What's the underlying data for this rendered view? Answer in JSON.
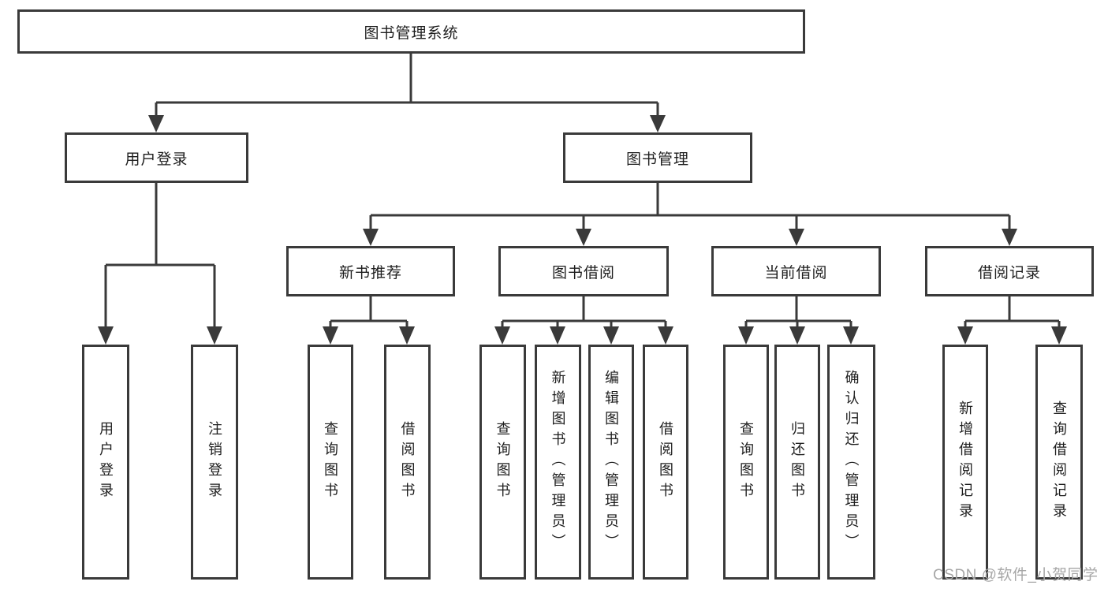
{
  "diagram_title": "图书管理系统",
  "tree": {
    "label": "图书管理系统",
    "children": [
      {
        "label": "用户登录",
        "children": [
          {
            "label": "用户登录"
          },
          {
            "label": "注销登录"
          }
        ]
      },
      {
        "label": "图书管理",
        "children": [
          {
            "label": "新书推荐",
            "children": [
              {
                "label": "查询图书"
              },
              {
                "label": "借阅图书"
              }
            ]
          },
          {
            "label": "图书借阅",
            "children": [
              {
                "label": "查询图书"
              },
              {
                "label": "新增图书（管理员）"
              },
              {
                "label": "编辑图书（管理员）"
              },
              {
                "label": "借阅图书"
              }
            ]
          },
          {
            "label": "当前借阅",
            "children": [
              {
                "label": "查询图书"
              },
              {
                "label": "归还图书"
              },
              {
                "label": "确认归还（管理员）"
              }
            ]
          },
          {
            "label": "借阅记录",
            "children": [
              {
                "label": "新增借阅记录"
              },
              {
                "label": "查询借阅记录"
              }
            ]
          }
        ]
      }
    ]
  },
  "watermark": {
    "text": "CSDN @软件_小贺同学"
  },
  "colors": {
    "line": "#3a3a3a",
    "box_border": "#3a3a3a",
    "text": "#1e1e1e",
    "watermark": "#a7a7a7",
    "background": "#ffffff"
  }
}
